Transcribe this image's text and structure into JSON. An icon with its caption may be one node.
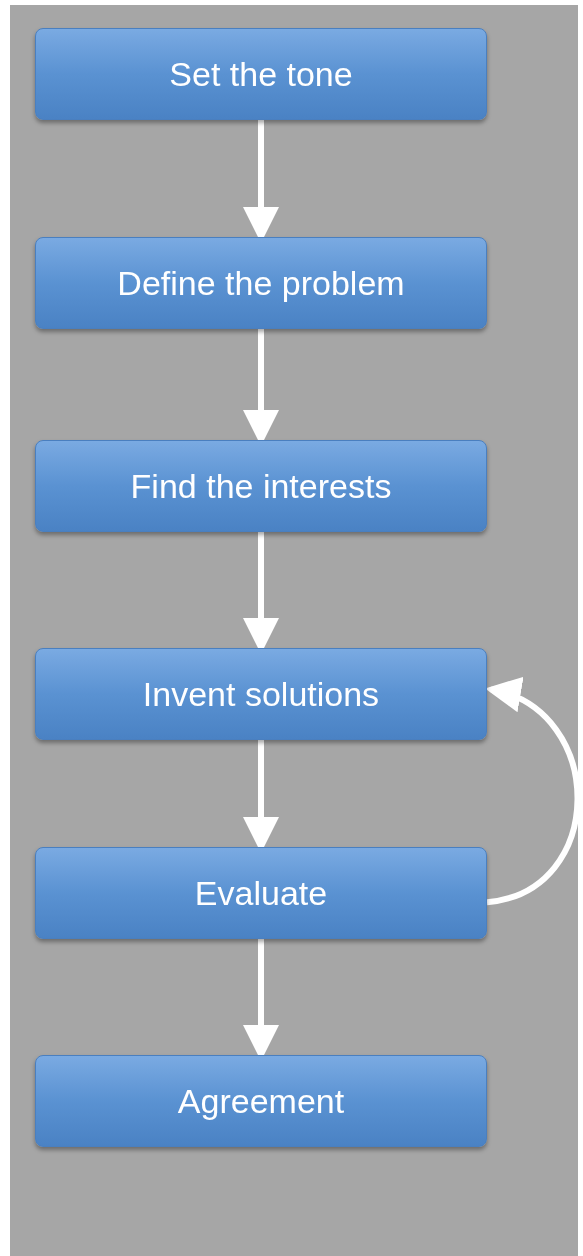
{
  "diagram": {
    "nodes": [
      {
        "text": [
          "Set the tone"
        ]
      },
      {
        "text": [
          "Define the problem"
        ]
      },
      {
        "text": [
          "Find the interests"
        ]
      },
      {
        "text": [
          "Invent solutions"
        ]
      },
      {
        "text": [
          "Evaluate"
        ]
      },
      {
        "text": [
          "Agreement"
        ]
      }
    ],
    "edges": [
      {
        "from": 0,
        "to": 1,
        "arrow": "to"
      },
      {
        "from": 1,
        "to": 2,
        "arrow": "to"
      },
      {
        "from": 2,
        "to": 3,
        "arrow": "to"
      },
      {
        "from": 3,
        "to": 4,
        "arrow": "to"
      },
      {
        "from": 4,
        "to": 3,
        "arrow": "to"
      },
      {
        "from": 4,
        "to": 5,
        "arrow": "to"
      }
    ]
  }
}
